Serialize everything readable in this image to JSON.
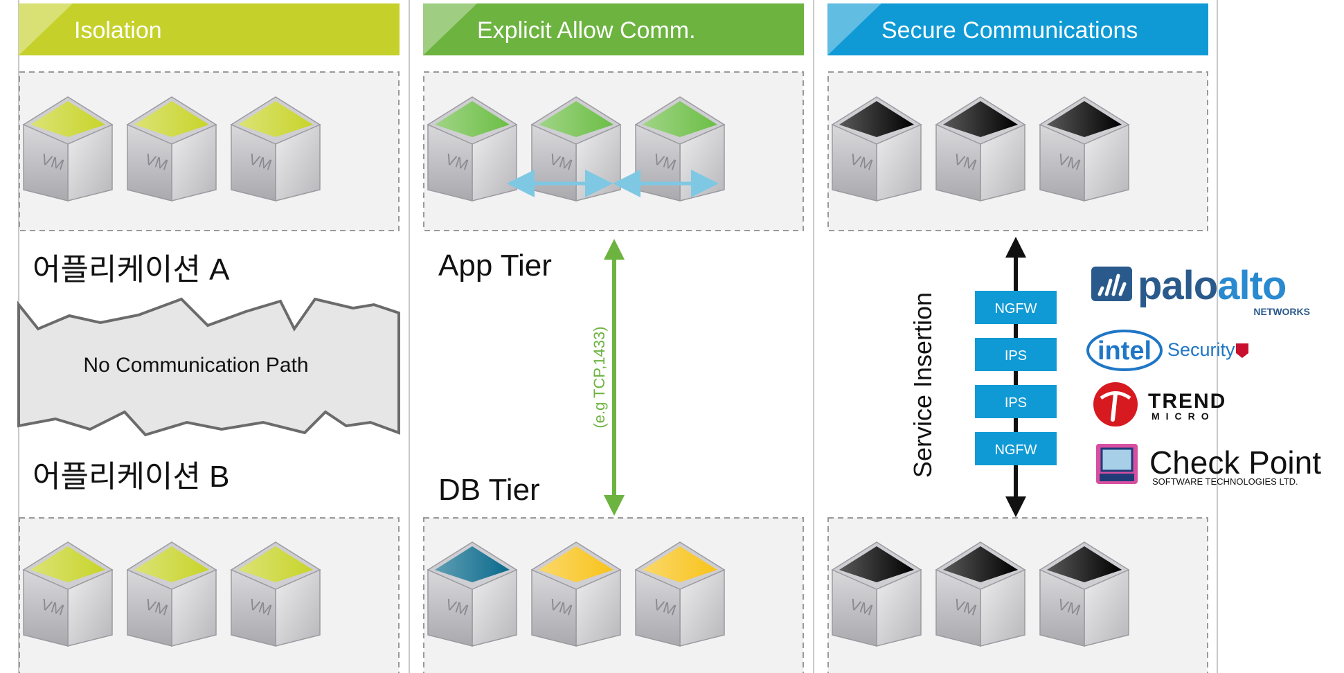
{
  "columns": [
    {
      "header": "Isolation",
      "header_color": "#c5d12a",
      "top_vm_color": "#c8d42a",
      "bottom_vm_colors": [
        "#c8d42a",
        "#c8d42a",
        "#c8d42a"
      ],
      "label_a": "어플리케이션 A",
      "label_b": "어플리케이션 B",
      "barrier_text": "No Communication Path"
    },
    {
      "header": "Explicit Allow Comm.",
      "header_color": "#6cb33f",
      "top_vm_color": "#6cbe45",
      "bottom_vm_colors": [
        "#0a6a8c",
        "#f8c31a",
        "#f8c31a"
      ],
      "label_a": "App Tier",
      "label_b": "DB Tier",
      "arrow_text": "(e.g TCP,1433)"
    },
    {
      "header": "Secure Communications",
      "header_color": "#0f9ad5",
      "top_vm_color": "#000000",
      "bottom_vm_colors": [
        "#000000",
        "#000000",
        "#000000"
      ],
      "service_label": "Service Insertion",
      "services": [
        "NGFW",
        "IPS",
        "IPS",
        "NGFW"
      ],
      "service_color": "#0f9ad5"
    }
  ],
  "vm_label": "VM",
  "vendors": {
    "paloalto": {
      "name_part1": "palo",
      "name_part2": "alto",
      "sub": "NETWORKS"
    },
    "intel": {
      "name": "intel",
      "sub": "Security"
    },
    "trend": {
      "name": "TREND",
      "sub": "MICRO"
    },
    "checkpoint": {
      "name": "Check Point",
      "sub": "SOFTWARE TECHNOLOGIES LTD."
    }
  }
}
